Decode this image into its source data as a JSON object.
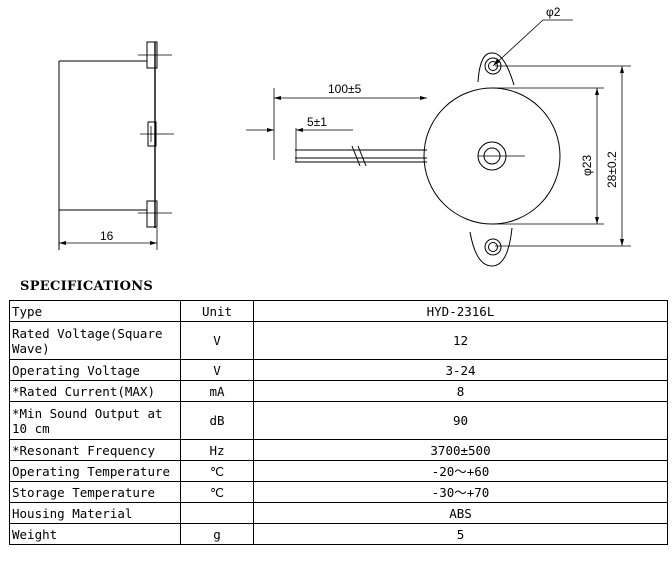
{
  "drawing": {
    "dim_hole": "φ2",
    "dim_lead_length": "100±5",
    "dim_strip": "5±1",
    "dim_body_diameter": "φ23",
    "dim_mount_span": "28±0.2",
    "dim_depth": "16"
  },
  "heading": "SPECIFICATIONS",
  "table": {
    "header": {
      "param": "Type",
      "unit": "Unit",
      "value": "HYD-2316L"
    },
    "rows": [
      {
        "param": "Rated Voltage(Square Wave)",
        "unit": "V",
        "value": "12"
      },
      {
        "param": "Operating Voltage",
        "unit": "V",
        "value": "3-24"
      },
      {
        "param": "*Rated Current(MAX)",
        "unit": "mA",
        "value": "8"
      },
      {
        "param": "*Min Sound Output at 10 cm",
        "unit": "dB",
        "value": "90"
      },
      {
        "param": "*Resonant Frequency",
        "unit": "Hz",
        "value": "3700±500"
      },
      {
        "param": "Operating Temperature",
        "unit": "℃",
        "value": "-20～+60"
      },
      {
        "param": "Storage Temperature",
        "unit": "℃",
        "value": "-30～+70"
      },
      {
        "param": "Housing Material",
        "unit": "",
        "value": "ABS"
      },
      {
        "param": "Weight",
        "unit": "g",
        "value": "5"
      }
    ]
  }
}
